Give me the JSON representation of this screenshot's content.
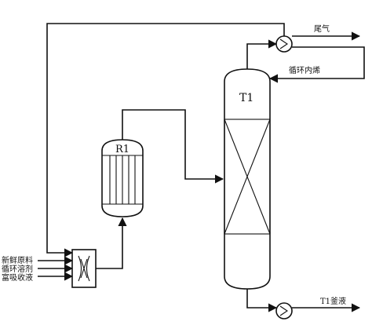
{
  "equipment": {
    "reactor_label": "R1",
    "column_label": "T1"
  },
  "streams": {
    "tail_gas": "尾气",
    "recycle_olefin": "循环内烯",
    "bottoms": "T1釜液",
    "fresh_feed": "新鲜原料",
    "recycle_solvent": "循环溶剂",
    "rich_absorbent": "富吸收液"
  }
}
